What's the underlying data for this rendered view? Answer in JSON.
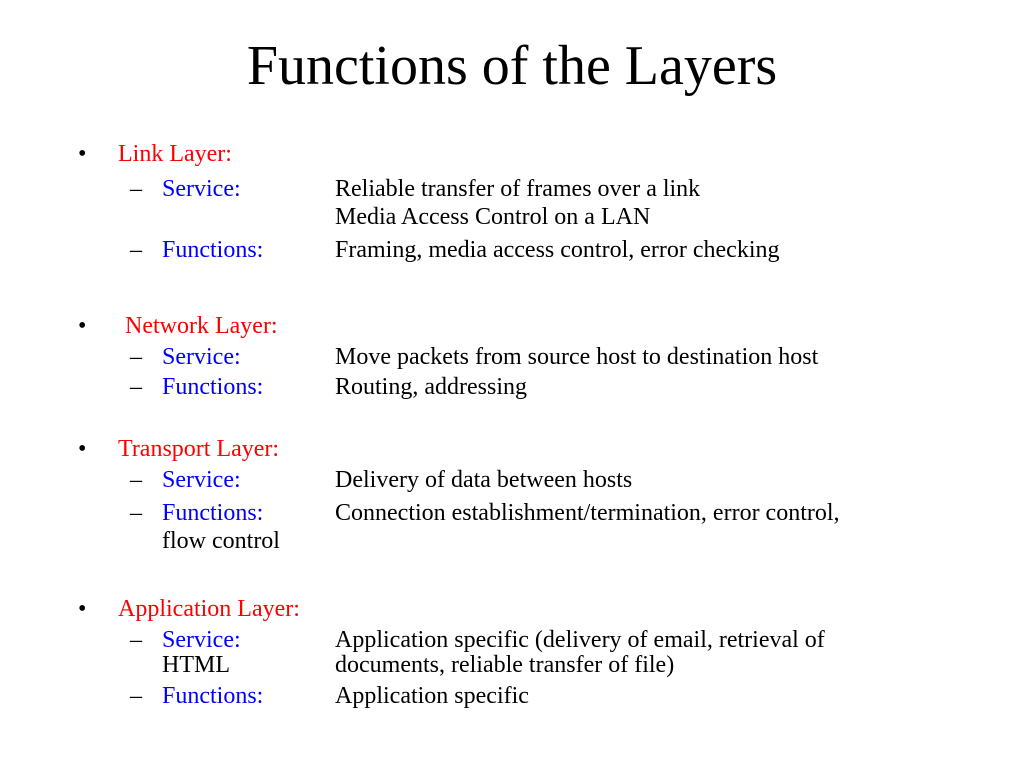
{
  "title": "Functions of the Layers",
  "sections": [
    {
      "bullet": "•",
      "heading": "Link Layer:",
      "items": [
        {
          "dash": "–",
          "key": "Service:",
          "lines": [
            "Reliable transfer of frames over a link",
            "Media Access Control on a LAN"
          ]
        },
        {
          "dash": "–",
          "key": "Functions:",
          "lines": [
            "Framing, media access control, error checking"
          ]
        }
      ]
    },
    {
      "bullet": "•",
      "heading": "Network Layer:",
      "items": [
        {
          "dash": "–",
          "key": "Service:",
          "lines": [
            "Move packets from source host to destination host"
          ]
        },
        {
          "dash": "–",
          "key": "Functions:",
          "lines": [
            "Routing, addressing"
          ]
        }
      ]
    },
    {
      "bullet": "•",
      "heading": "Transport Layer:",
      "items": [
        {
          "dash": "–",
          "key": "Service:",
          "lines": [
            "Delivery of data between hosts"
          ]
        },
        {
          "dash": "–",
          "key": "Functions:",
          "lines": [
            "Connection establishment/termination, error  control,"
          ],
          "wrap": "flow control"
        }
      ]
    },
    {
      "bullet": "•",
      "heading": "Application Layer:",
      "items": [
        {
          "dash": "–",
          "key": "Service:",
          "key_wrap": "HTML",
          "lines": [
            "Application specific (delivery of email, retrieval of",
            "documents, reliable transfer of file)"
          ]
        },
        {
          "dash": "–",
          "key": "Functions:",
          "lines": [
            "Application specific"
          ]
        }
      ]
    }
  ]
}
